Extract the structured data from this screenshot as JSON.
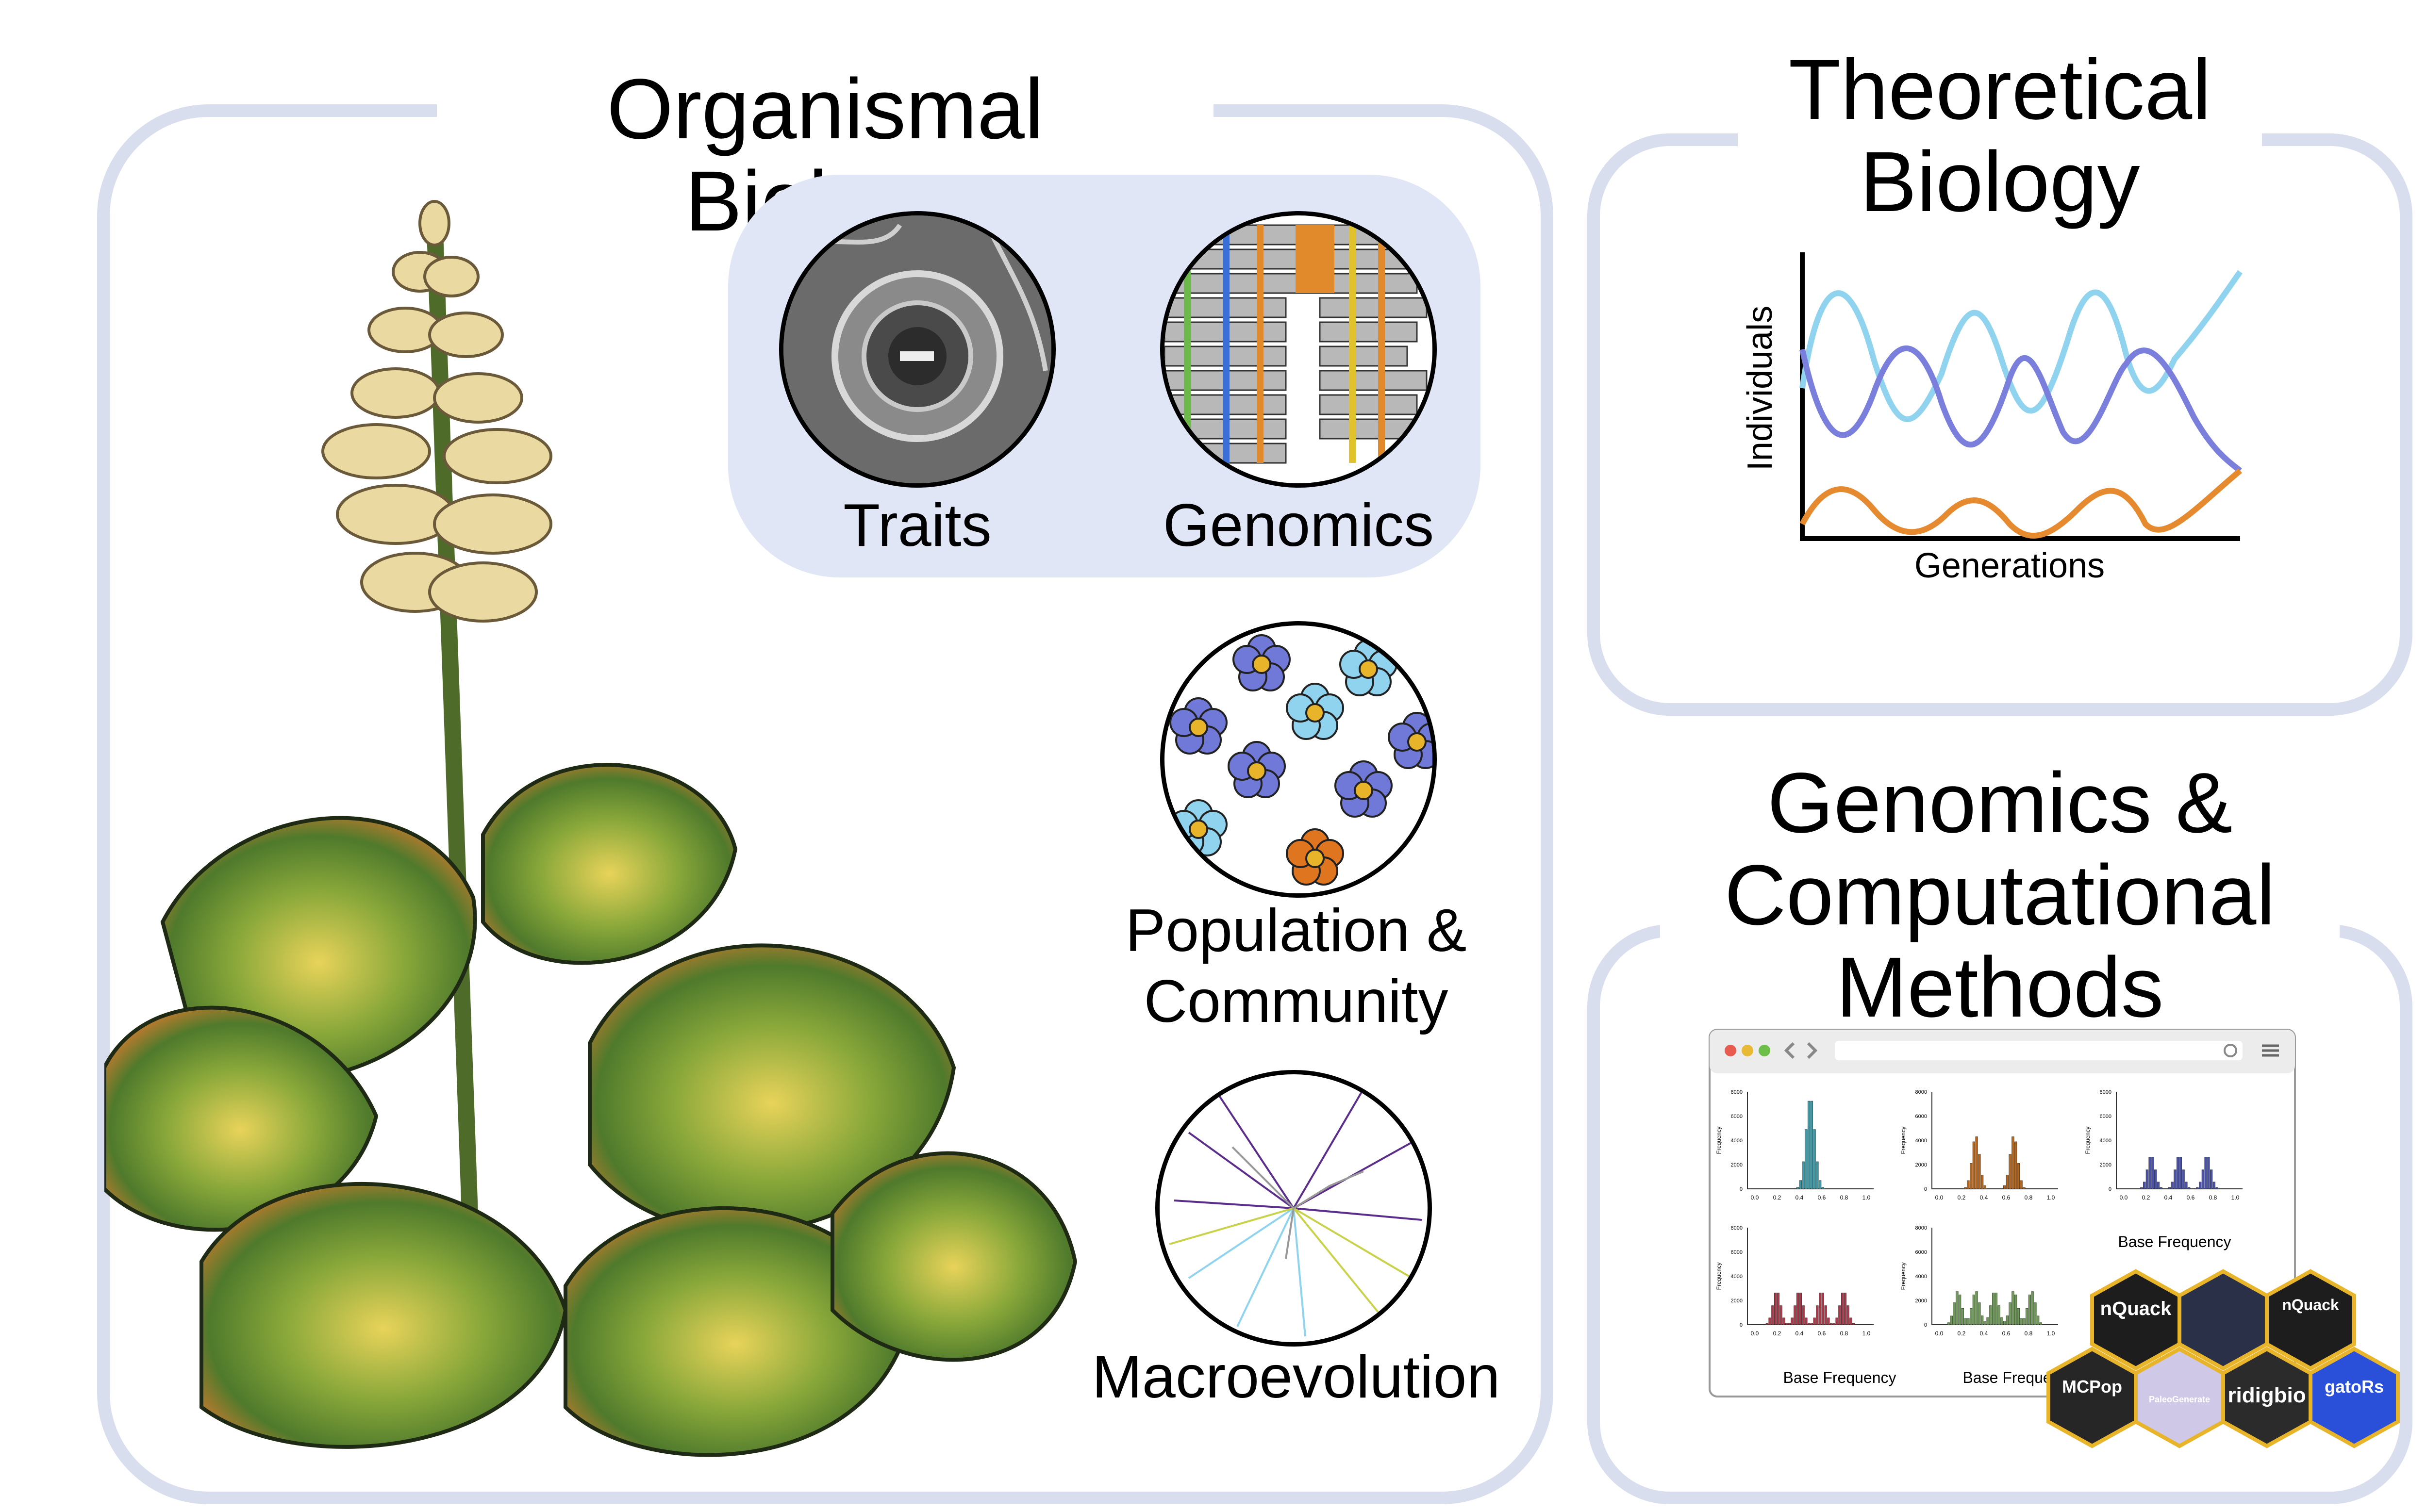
{
  "organismal": {
    "title": "Organismal Biology",
    "traits_label": "Traits",
    "genomics_label": "Genomics",
    "population_label": "Population &\nCommunity",
    "macro_label": "Macroevolution"
  },
  "theoretical": {
    "title": "Theoretical\nBiology",
    "chart_data": {
      "type": "line",
      "xlabel": "Generations",
      "ylabel": "Individuals",
      "grid": false,
      "series_colors": [
        "#8fd3ef",
        "#7b7fdc",
        "#e58a2f"
      ]
    }
  },
  "genomics_methods": {
    "title": "Genomics &\nComputational\nMethods",
    "histogram_xlabel": "Base Frequency",
    "histogram_ylabel": "Frequency",
    "histogram_yticks": [
      "0",
      "2000",
      "4000",
      "6000",
      "8000"
    ],
    "histogram_xticks": [
      "0.0",
      "0.2",
      "0.4",
      "0.6",
      "0.8",
      "1.0"
    ],
    "histogram_colors": [
      "#3f9aa8",
      "#b4661f",
      "#4a52a8",
      "#a83a4a",
      "#6f9a5a"
    ],
    "packages": [
      "nQuack",
      "nQuack",
      "MCPop",
      "PaleoGenerate",
      "ridigbio",
      "gatoRs"
    ]
  }
}
